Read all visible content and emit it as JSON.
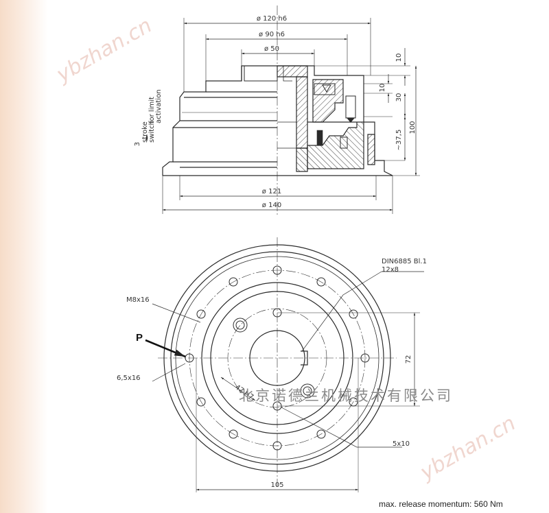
{
  "top_view": {
    "dim_d120": "ø 120 h6",
    "dim_d90": "ø 90 h6",
    "dim_d50": "ø 50",
    "dim_d121": "ø 121",
    "dim_d140": "ø 140",
    "dim_10a": "10",
    "dim_10b": "10",
    "dim_30": "30",
    "dim_100": "100",
    "dim_37_5": "~37,5",
    "stroke_value": "3",
    "stroke_line1": "stroke",
    "stroke_line2": "switch",
    "activation_line1": "for  limit",
    "activation_line2": "activation"
  },
  "front_view": {
    "din_line1": "DIN6885  Bl.1",
    "din_line2": "12x8",
    "m8": "M8x16",
    "p_label": "P",
    "d65": "6,5x16",
    "bore": "42 H7",
    "dim_72": "72",
    "dim_5x10": "5x10",
    "dim_105": "105"
  },
  "watermarks": {
    "cn": "北京诺德兰机械技术有限公司",
    "url_top": "ybzhan.cn",
    "url_bottom": "ybzhan.cn"
  },
  "footer": "max. release momentum: 560 Nm",
  "colors": {
    "line": "#2a2a2a",
    "hatch": "#3a3a3a",
    "edge_tint": "#f6dcc8"
  }
}
